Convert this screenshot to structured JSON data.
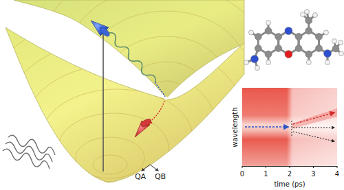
{
  "diagram": {
    "labels": [
      "QA",
      "QB",
      "wavelength",
      "0",
      "1",
      "2",
      "3",
      "4",
      "time (ps)"
    ]
  }
}
